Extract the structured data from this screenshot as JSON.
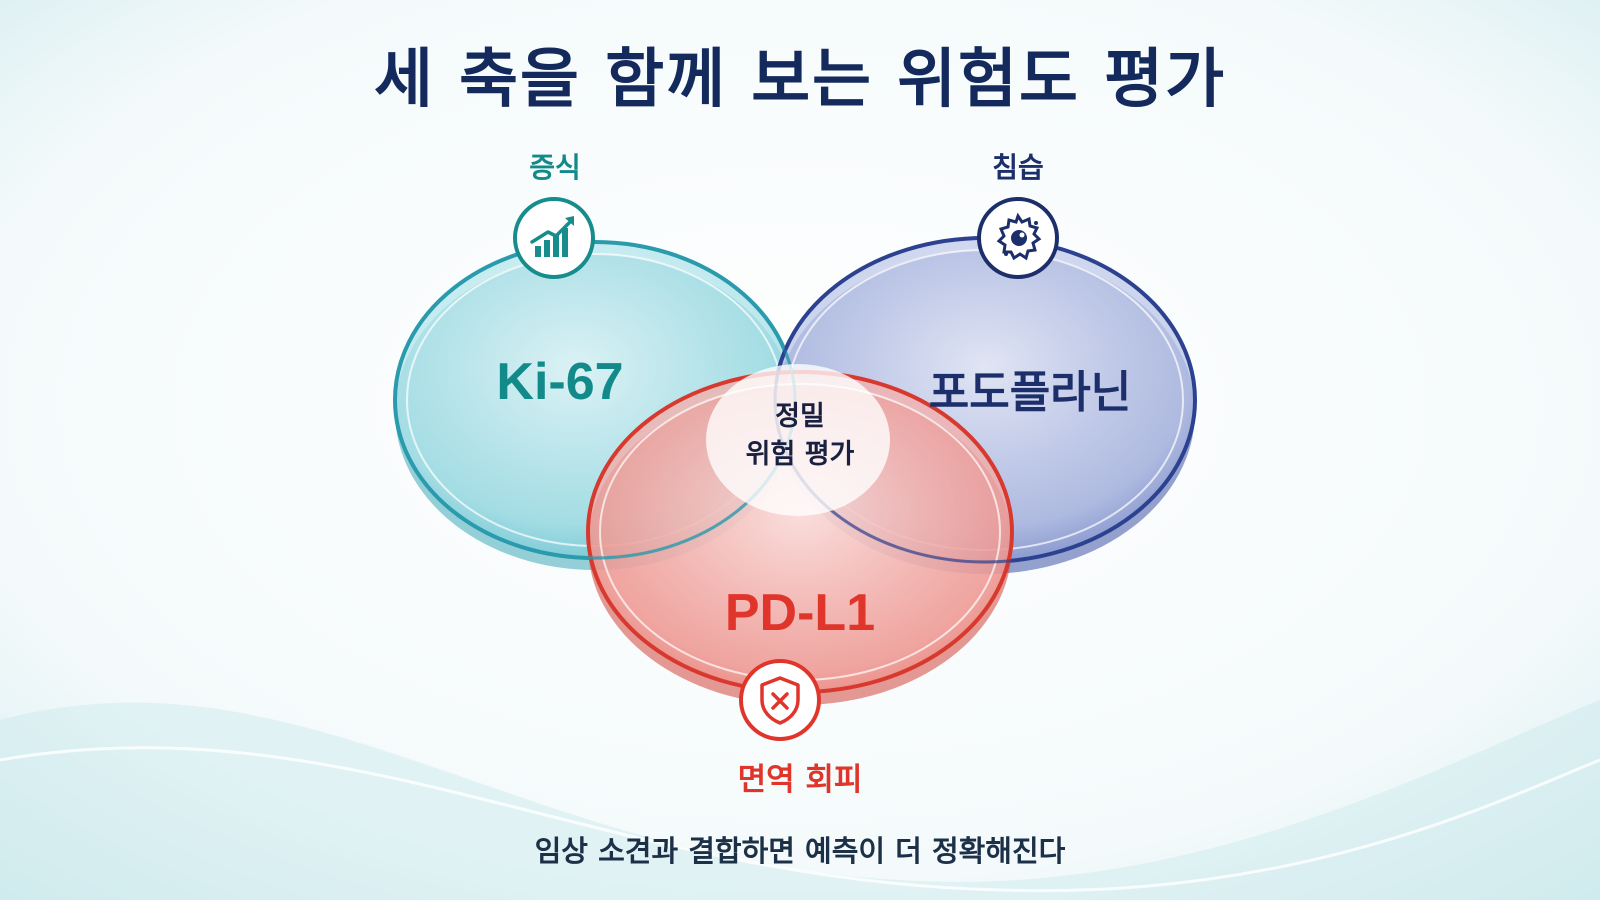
{
  "title": "세 축을 함께 보는 위험도 평가",
  "axes": [
    {
      "id": "proliferation",
      "category": "증식",
      "marker": "Ki-67",
      "icon": "rising-chart-icon",
      "color": "#138a8a"
    },
    {
      "id": "invasion",
      "category": "침습",
      "marker": "포도플라닌",
      "icon": "cell-gear-icon",
      "color": "#1c2f6a"
    },
    {
      "id": "immune",
      "category": "면역 회피",
      "marker": "PD-L1",
      "icon": "shield-x-icon",
      "color": "#e0352b"
    }
  ],
  "center": {
    "line1": "정밀",
    "line2": "위험 평가"
  },
  "caption": "임상 소견과 결합하면 예측이 더 정확해진다"
}
